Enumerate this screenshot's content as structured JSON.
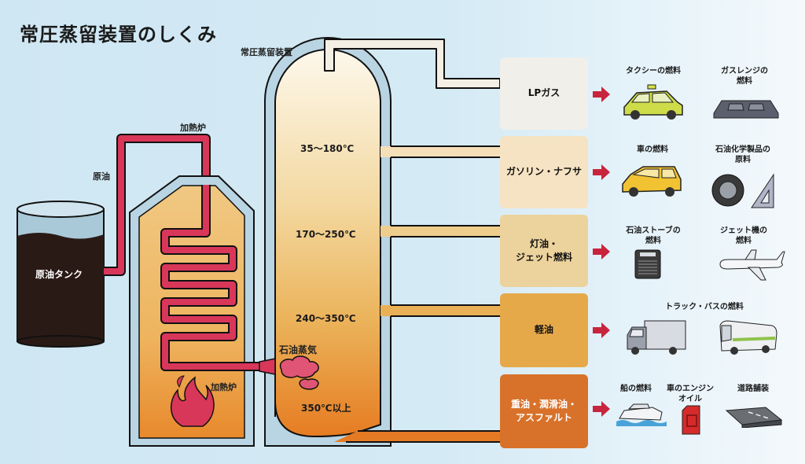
{
  "title": "常圧蒸留装置のしくみ",
  "labels": {
    "tower": "常圧蒸留装置",
    "furnace_top": "加熱炉",
    "crude_pipe": "原油",
    "tank": "原油タンク",
    "furnace_bottom": "加熱炉",
    "vapor": "石油蒸気"
  },
  "temperatures": [
    "35〜180℃",
    "170〜250℃",
    "240〜350℃",
    "350℃以上"
  ],
  "products": [
    {
      "label": "LPガス",
      "color": "#f1efe9",
      "text_color": "#111111",
      "uses": [
        {
          "label": "タクシーの燃料",
          "icon": "taxi-icon"
        },
        {
          "label": "ガスレンジの\n燃料",
          "icon": "gas-stove-icon"
        }
      ]
    },
    {
      "label": "ガソリン・ナフサ",
      "color": "#f6e3c3",
      "text_color": "#111111",
      "uses": [
        {
          "label": "車の燃料",
          "icon": "car-icon"
        },
        {
          "label": "石油化学製品の\n原料",
          "icon": "tire-ruler-icon"
        }
      ]
    },
    {
      "label": "灯油・\nジェット燃料",
      "color": "#ecd29c",
      "text_color": "#111111",
      "uses": [
        {
          "label": "石油ストーブの\n燃料",
          "icon": "heater-icon"
        },
        {
          "label": "ジェット機の\n燃料",
          "icon": "airplane-icon"
        }
      ]
    },
    {
      "label": "軽油",
      "color": "#e6a94a",
      "text_color": "#111111",
      "uses": [
        {
          "label": "トラック・バスの燃料",
          "icon": "truck-bus-icon"
        }
      ]
    },
    {
      "label": "重油・潤滑油・\nアスファルト",
      "color": "#d8722a",
      "text_color": "#ffffff",
      "uses": [
        {
          "label": "船の燃料",
          "icon": "ship-icon"
        },
        {
          "label": "車のエンジン\nオイル",
          "icon": "oil-can-icon"
        },
        {
          "label": "道路舗装",
          "icon": "asphalt-icon"
        }
      ]
    }
  ],
  "colors": {
    "pipe_red": "#d8375a",
    "arrow_red": "#c8243e",
    "tank_oil": "#2a1a16",
    "tower_top": "#fbf4e4",
    "tower_bottom": "#e8892a"
  }
}
